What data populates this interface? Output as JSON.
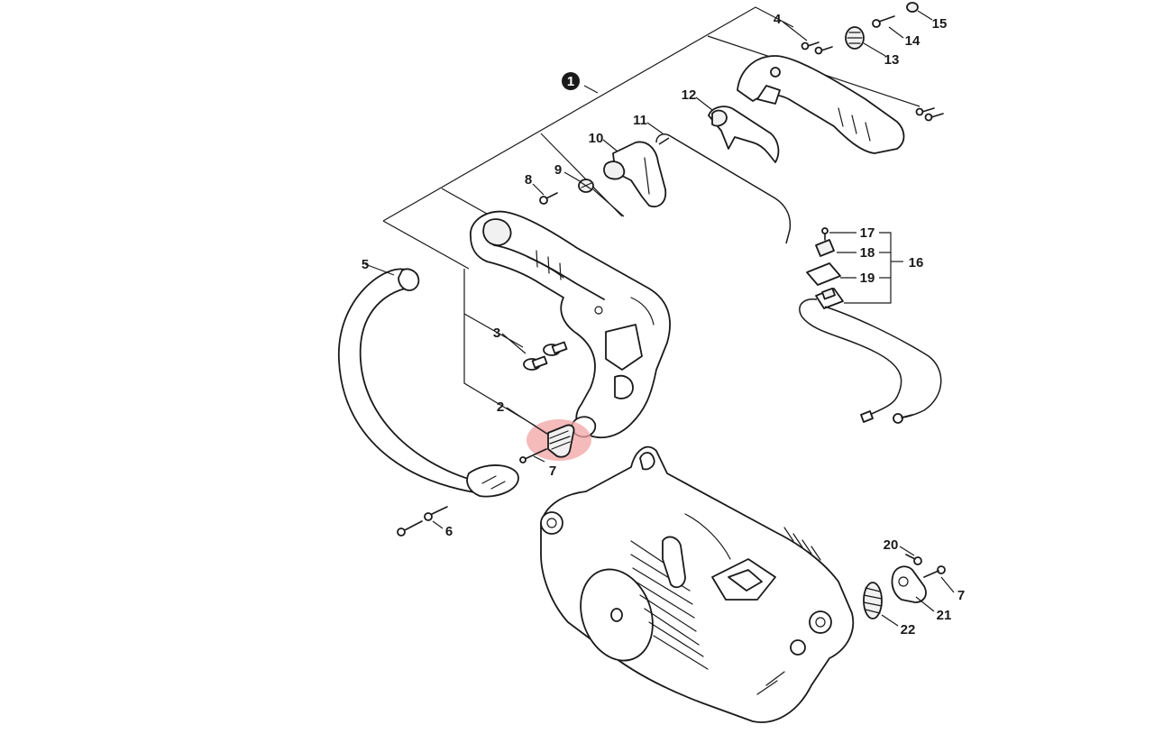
{
  "diagram": {
    "callouts": {
      "c1": "1",
      "c2": "2",
      "c3": "3",
      "c4": "4",
      "c5": "5",
      "c6": "6",
      "c7a": "7",
      "c7b": "7",
      "c8": "8",
      "c9": "9",
      "c10": "10",
      "c11": "11",
      "c12": "12",
      "c13": "13",
      "c14": "14",
      "c15": "15",
      "c16": "16",
      "c17": "17",
      "c18": "18",
      "c19": "19",
      "c20": "20",
      "c21": "21",
      "c22": "22"
    },
    "colors": {
      "line": "#1a1a1a",
      "highlight_fill": "#f2a3a3",
      "background": "#ffffff"
    }
  }
}
